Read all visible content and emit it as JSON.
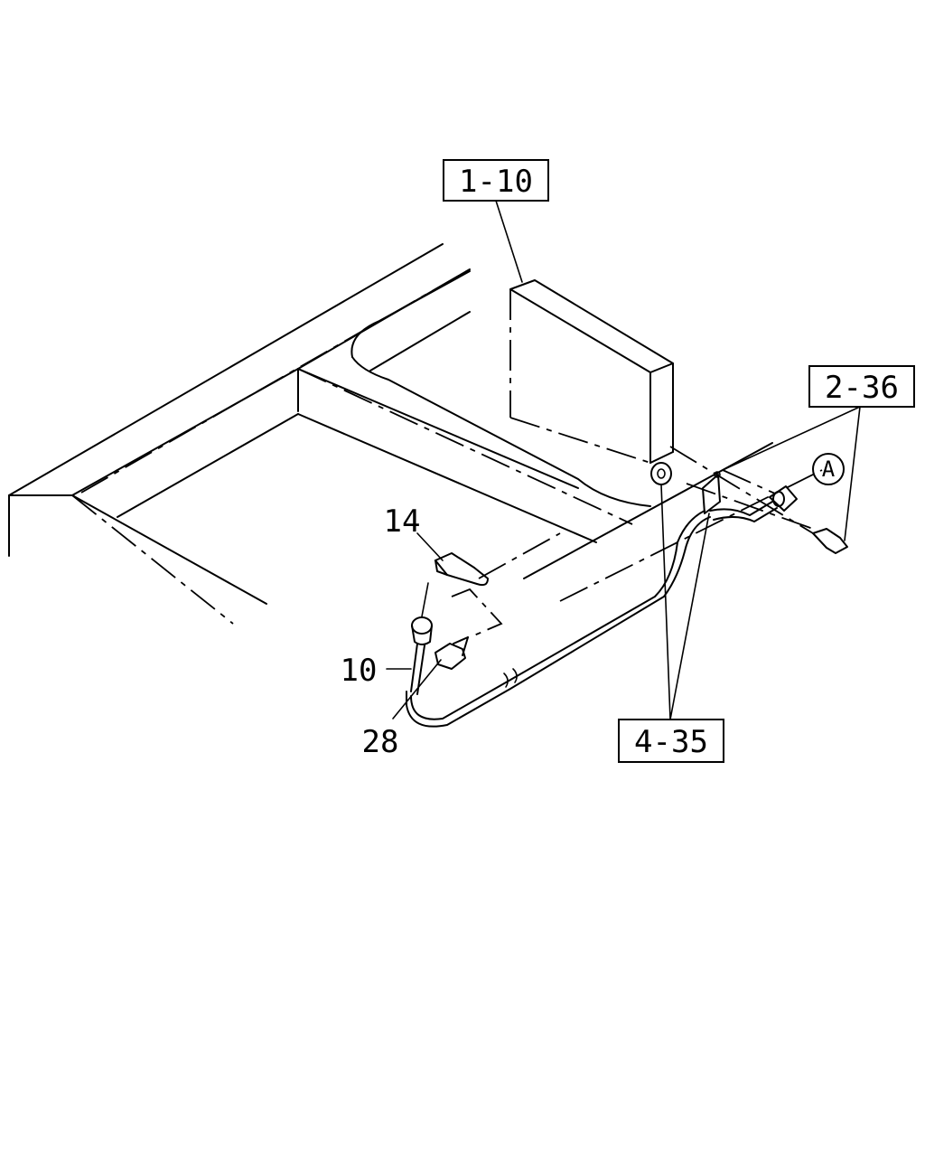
{
  "callouts": {
    "box_1_10": "1-10",
    "box_2_36": "2-36",
    "box_4_35": "4-35",
    "part_14": "14",
    "part_10": "10",
    "part_28": "28",
    "circle_a": "A"
  }
}
